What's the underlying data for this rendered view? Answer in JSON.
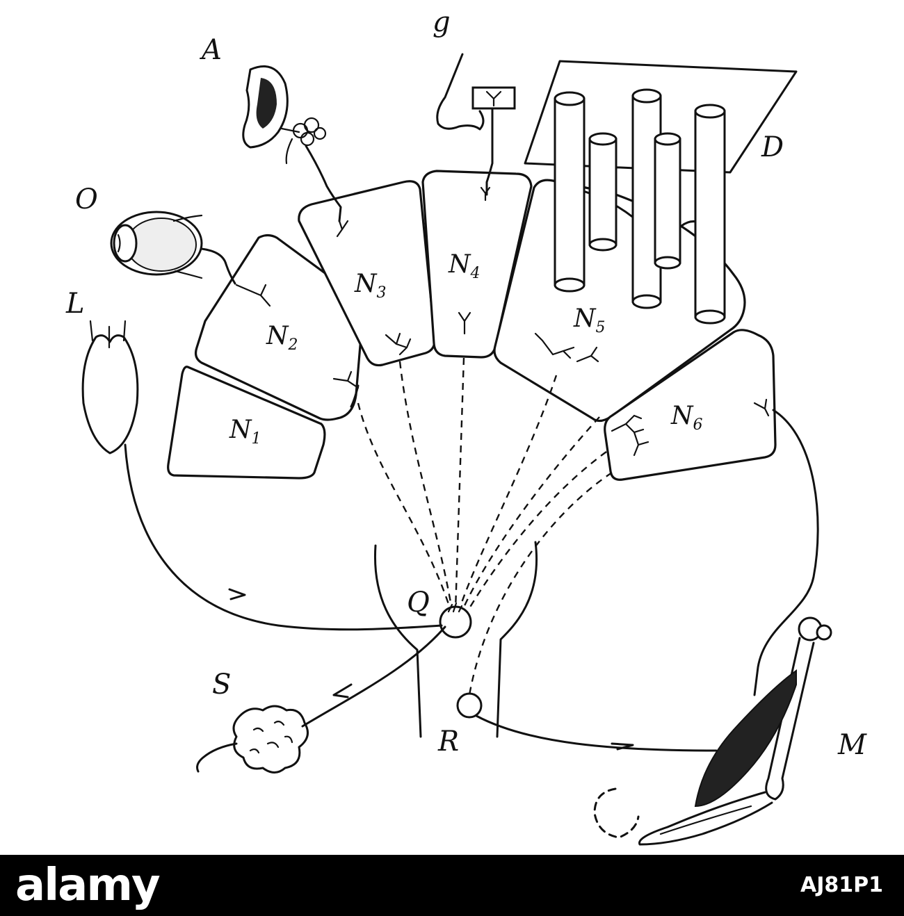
{
  "labels": {
    "A": "A",
    "g": "g",
    "D": "D",
    "O": "O",
    "L": "L",
    "Q": "Q",
    "S": "S",
    "R": "R",
    "M": "M"
  },
  "nodes": [
    {
      "letter": "N",
      "sub": "1"
    },
    {
      "letter": "N",
      "sub": "2"
    },
    {
      "letter": "N",
      "sub": "3"
    },
    {
      "letter": "N",
      "sub": "4"
    },
    {
      "letter": "N",
      "sub": "5"
    },
    {
      "letter": "N",
      "sub": "6"
    }
  ],
  "footer": {
    "logo": "alamy",
    "image_id": "AJ81P1"
  }
}
